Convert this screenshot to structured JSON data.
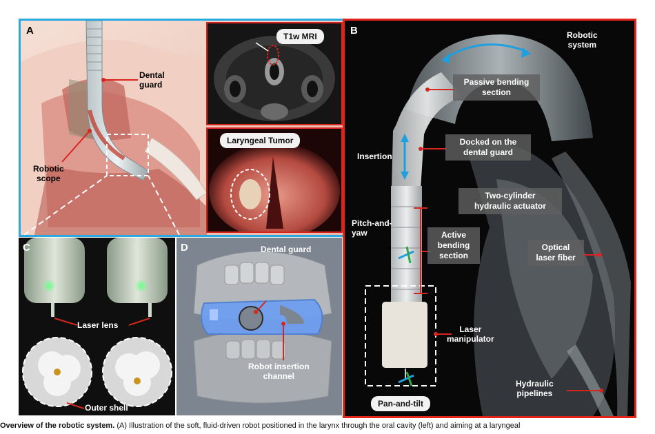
{
  "colors": {
    "panel_a_border": "#29a9e1",
    "panel_b_border": "#e2231a",
    "accent_red": "#d7261e",
    "arrow_blue": "#1e9fe0",
    "arrow_green": "#2aa84a"
  },
  "panel_a": {
    "label": "A",
    "dental_guard": "Dental\nguard",
    "robotic_scope": "Robotic\nscope",
    "mri_label": "T1w MRI",
    "tumor_label": "Laryngeal Tumor"
  },
  "panel_b": {
    "label": "B",
    "robotic_system": "Robotic\nsystem",
    "passive_bending": "Passive bending\nsection",
    "docked": "Docked on the\ndental guard",
    "insertion": "Insertion",
    "actuator": "Two-cylinder\nhydraulic actuator",
    "pitch_yaw": "Pitch-and-\nyaw",
    "active_bending": "Active\nbending\nsection",
    "optical_fiber": "Optical\nlaser fiber",
    "laser_manipulator": "Laser\nmanipulator",
    "hydraulic_pipelines": "Hydraulic\npipelines",
    "pan_tilt": "Pan-and-tilt"
  },
  "panel_c": {
    "label": "C",
    "laser_lens": "Laser lens",
    "outer_shell": "Outer shell"
  },
  "panel_d": {
    "label": "D",
    "dental_guard": "Dental guard",
    "robot_channel": "Robot insertion\nchannel"
  },
  "caption": {
    "bold": "Overview of the robotic system.",
    "text": " (A) Illustration of the soft, fluid-driven robot positioned in the larynx through the oral cavity (left) and aiming at a laryngeal"
  }
}
